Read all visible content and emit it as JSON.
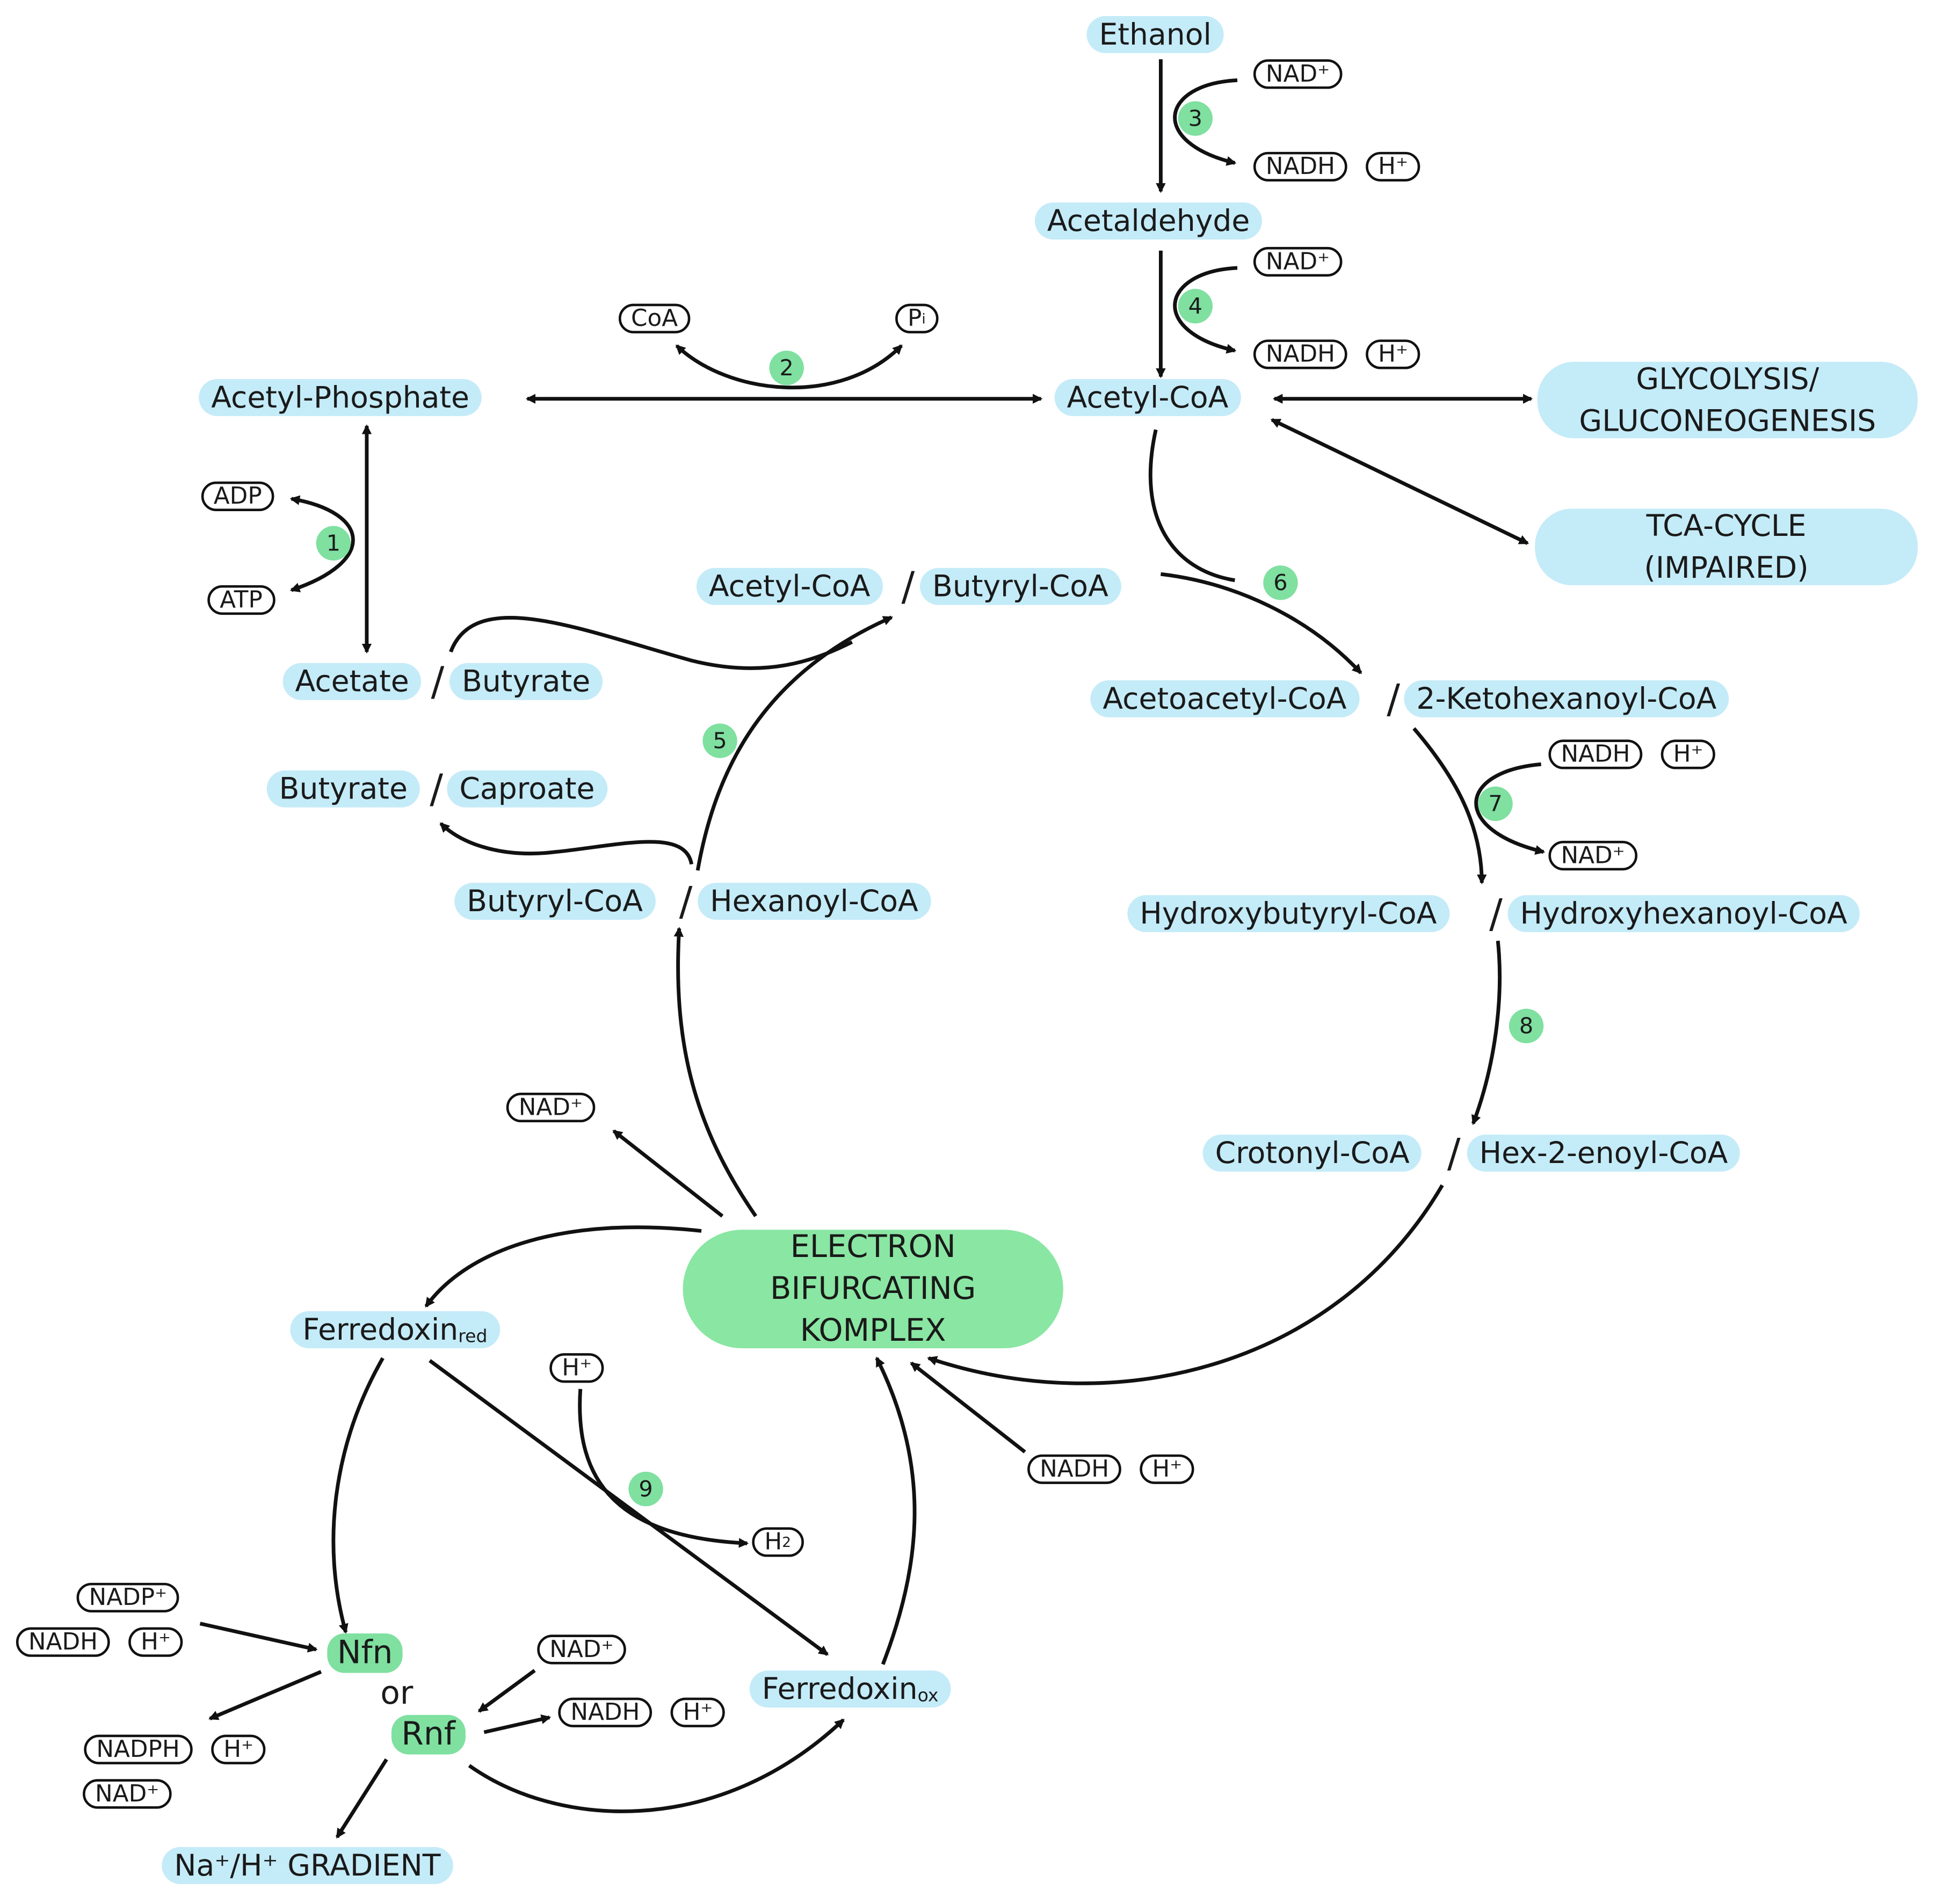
{
  "metabolites": {
    "ethanol": "Ethanol",
    "acetaldehyde": "Acetaldehyde",
    "acetyl_coa": "Acetyl-CoA",
    "acetyl_phosphate": "Acetyl-Phosphate",
    "acetate": "Acetate",
    "butyrate_1": "Butyrate",
    "butyrate_2": "Butyrate",
    "caproate": "Caproate",
    "acetyl_coa_2": "Acetyl-CoA",
    "butyryl_coa_1": "Butyryl-CoA",
    "butyryl_coa_2": "Butyryl-CoA",
    "hexanoyl_coa": "Hexanoyl-CoA",
    "acetoacetyl_coa": "Acetoacetyl-CoA",
    "ketohexanoyl_coa": "2-Ketohexanoyl-CoA",
    "hydroxybutyryl_coa": "Hydroxybutyryl-CoA",
    "hydroxyhexanoyl_coa": "Hydroxyhexanoyl-CoA",
    "crotonyl_coa": "Crotonyl-CoA",
    "hexenoyl_coa": "Hex-2-enoyl-CoA",
    "ferredoxin_red": "Ferredoxin",
    "ferredoxin_red_sub": "red",
    "ferredoxin_ox": "Ferredoxin",
    "ferredoxin_ox_sub": "ox"
  },
  "pathways": {
    "glycolysis_line1": "GLYCOLYSIS/",
    "glycolysis_line2": "GLUCONEOGENESIS",
    "tca_line1": "TCA-CYCLE",
    "tca_line2": "(IMPAIRED)"
  },
  "complex": {
    "line1": "ELECTRON",
    "line2": "BIFURCATING",
    "line3": "KOMPLEX"
  },
  "enzymes": {
    "nfn": "Nfn",
    "or": "or",
    "rnf": "Rnf",
    "gradient": "Na⁺/H⁺ GRADIENT"
  },
  "cofactors": {
    "nad_plus": "NAD⁺",
    "nadh": "NADH",
    "h_plus": "H⁺",
    "coa": "CoA",
    "pi": "P",
    "pi_sub": "i",
    "adp": "ADP",
    "atp": "ATP",
    "h2": "H",
    "h2_sub": "2",
    "nadp_plus": "NADP⁺",
    "nadph": "NADPH",
    "slash": "/"
  },
  "steps": [
    "1",
    "2",
    "3",
    "4",
    "5",
    "6",
    "7",
    "8",
    "9"
  ],
  "colors": {
    "metabolite_fill": "#c4ebf8",
    "enzyme_fill": "#7fe0a0",
    "complex_fill": "#8ae6a3",
    "line": "#111111"
  }
}
